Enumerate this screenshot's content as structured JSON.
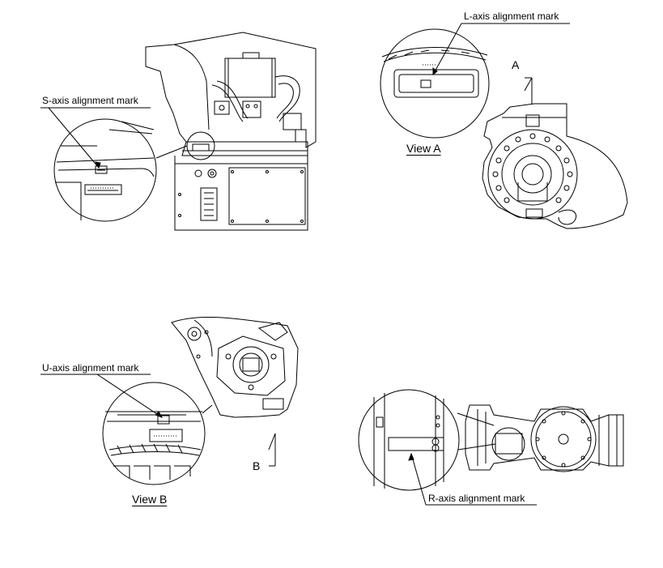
{
  "labels": {
    "s_axis": "S-axis alignment mark",
    "l_axis": "L-axis alignment mark",
    "u_axis": "U-axis alignment mark",
    "r_axis": "R-axis alignment mark"
  },
  "views": {
    "view_a": "View A",
    "view_b": "View B"
  },
  "arrows": {
    "a": "A",
    "b": "B"
  },
  "style": {
    "line_color": "#000000",
    "background": "#ffffff"
  }
}
